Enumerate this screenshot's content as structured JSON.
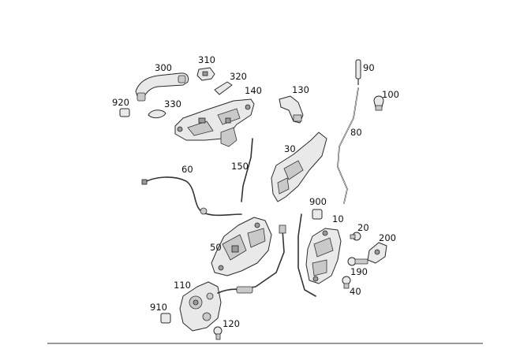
{
  "diagram": {
    "labels": {
      "p300": "300",
      "p310": "310",
      "p320": "320",
      "p140": "140",
      "p130": "130",
      "p90": "90",
      "p100": "100",
      "p920": "920",
      "p330": "330",
      "p80": "80",
      "p30": "30",
      "p150": "150",
      "p60": "60",
      "p900": "900",
      "p10": "10",
      "p20": "20",
      "p200": "200",
      "p50": "50",
      "p190": "190",
      "p40": "40",
      "p110": "110",
      "p910": "910",
      "p120": "120"
    }
  }
}
